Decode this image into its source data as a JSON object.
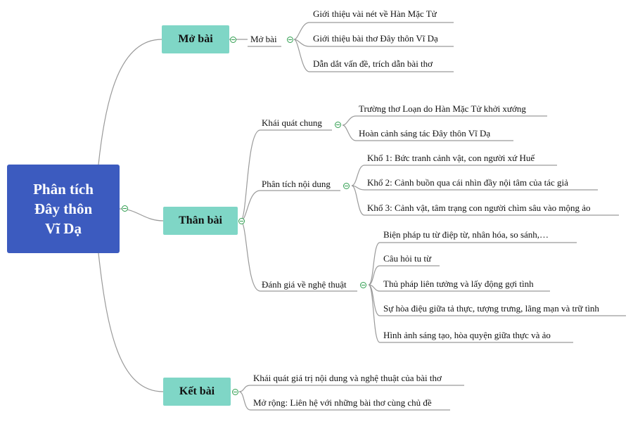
{
  "root": {
    "title_lines": [
      "Phân tích",
      "Đây thôn",
      "Vĩ Dạ"
    ]
  },
  "branches": {
    "mo_bai": {
      "label": "Mở bài",
      "sub": {
        "label": "Mở bài",
        "items": [
          "Giới thiệu vài nét về Hàn Mặc Tử",
          "Giới thiệu bài thơ Đây thôn Vĩ Dạ",
          "Dẫn dắt vấn đề, trích dẫn bài thơ"
        ]
      }
    },
    "than_bai": {
      "label": "Thân bài",
      "subs": [
        {
          "label": "Khái quát chung",
          "items": [
            "Trường thơ Loạn do Hàn Mặc Tử khởi xướng",
            "Hoàn cảnh sáng tác Đây thôn Vĩ Dạ"
          ]
        },
        {
          "label": "Phân tích nội dung",
          "items": [
            "Khổ 1: Bức tranh cảnh vật, con người xứ Huế",
            "Khổ 2: Cảnh buồn qua cái nhìn đầy nội tâm của tác giả",
            "Khổ 3: Cảnh vật, tâm trạng con người chìm sâu vào mộng ảo"
          ]
        },
        {
          "label": "Đánh giá về nghệ thuật",
          "items": [
            "Biện pháp tu từ điệp từ, nhân hóa, so sánh,…",
            "Câu hỏi tu từ",
            "Thủ pháp liên tưởng và lấy động gợi tình",
            "Sự hòa điệu giữa tả thực, tượng trưng, lãng mạn và trữ tình",
            "Hình ảnh sáng tạo, hòa quyện giữa thực và ảo"
          ]
        }
      ]
    },
    "ket_bai": {
      "label": "Kết bài",
      "items": [
        "Khái quát giá trị nội dung và nghệ thuật của bài thơ",
        "Mở rộng: Liên hệ với những bài thơ cùng chủ đề"
      ]
    }
  },
  "colors": {
    "root_fill": "#3c5bbf",
    "branch_fill": "#7fd6c6",
    "connector": "#9a9a9a",
    "toggle": "#2e9e4e"
  }
}
